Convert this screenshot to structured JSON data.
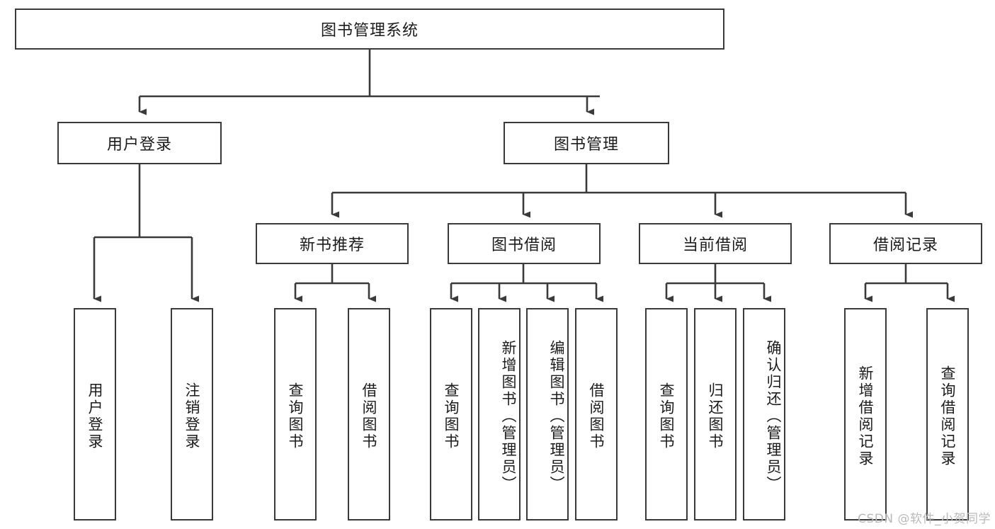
{
  "diagram": {
    "title": "图书管理系统",
    "root": {
      "label": "图书管理系统"
    },
    "level2": [
      {
        "label": "用户登录"
      },
      {
        "label": "图书管理"
      }
    ],
    "level3": [
      {
        "label": "新书推荐"
      },
      {
        "label": "图书借阅"
      },
      {
        "label": "当前借阅"
      },
      {
        "label": "借阅记录"
      }
    ],
    "leaves": {
      "user_login": [
        {
          "label": "用户登录"
        },
        {
          "label": "注销登录"
        }
      ],
      "new_book": [
        {
          "label": "查询图书"
        },
        {
          "label": "借阅图书"
        }
      ],
      "borrow": [
        {
          "label": "查询图书"
        },
        {
          "label": "新增图书（管理员）"
        },
        {
          "label": "编辑图书（管理员）"
        },
        {
          "label": "借阅图书"
        }
      ],
      "current": [
        {
          "label": "查询图书"
        },
        {
          "label": "归还图书"
        },
        {
          "label": "确认归还（管理员）"
        }
      ],
      "records": [
        {
          "label": "新增借阅记录"
        },
        {
          "label": "查询借阅记录"
        }
      ]
    },
    "watermark": "CSDN @软件_小贺同学",
    "colors": {
      "stroke": "#3a3a3a",
      "fill": "#ffffff",
      "text": "#1b1b1b",
      "watermark": "#b9b9b9"
    }
  }
}
